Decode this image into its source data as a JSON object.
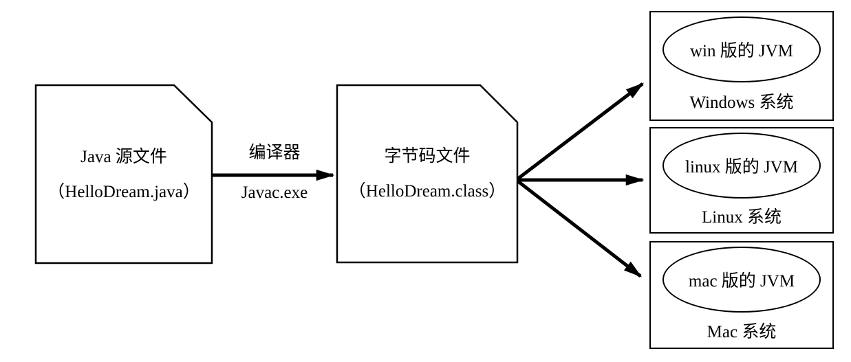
{
  "diagram": {
    "source_file": {
      "line1": "Java 源文件",
      "line2": "（HelloDream.java）"
    },
    "compiler_arrow": {
      "label_top": "编译器",
      "label_bottom": "Javac.exe"
    },
    "bytecode_file": {
      "line1": "字节码文件",
      "line2": "（HelloDream.class）"
    },
    "platforms": [
      {
        "jvm": "win 版的 JVM",
        "os": "Windows 系统"
      },
      {
        "jvm": "linux 版的 JVM",
        "os": "Linux 系统"
      },
      {
        "jvm": "mac 版的 JVM",
        "os": "Mac 系统"
      }
    ],
    "colors": {
      "stroke": "#000000",
      "background": "#ffffff"
    }
  }
}
